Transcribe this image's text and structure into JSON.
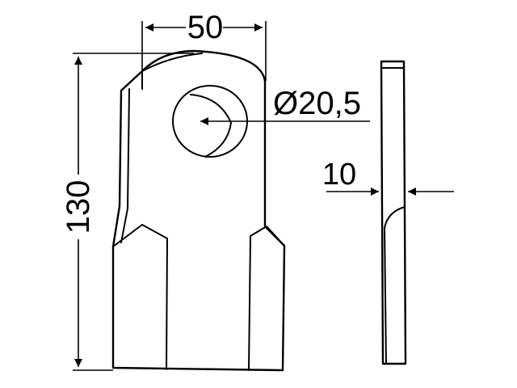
{
  "dimensions": {
    "width": "50",
    "height": "130",
    "hole_diameter": "Ø20,5",
    "thickness": "10"
  }
}
